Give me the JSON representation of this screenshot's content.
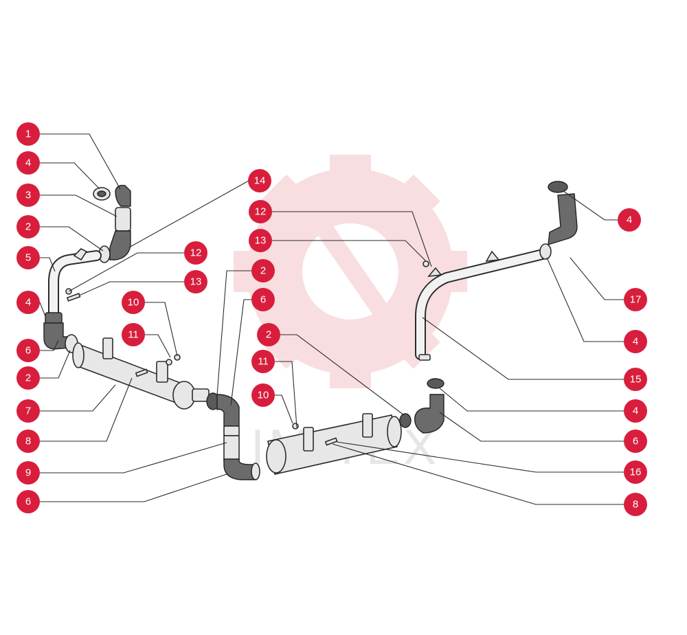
{
  "watermark": {
    "text": "IMITEX",
    "color": "#f7c9cd"
  },
  "accent_color": "#d81e3c",
  "callouts": [
    {
      "label": "1"
    },
    {
      "label": "4"
    },
    {
      "label": "3"
    },
    {
      "label": "2"
    },
    {
      "label": "5"
    },
    {
      "label": "4"
    },
    {
      "label": "6"
    },
    {
      "label": "2"
    },
    {
      "label": "7"
    },
    {
      "label": "8"
    },
    {
      "label": "9"
    },
    {
      "label": "6"
    },
    {
      "label": "14"
    },
    {
      "label": "12"
    },
    {
      "label": "13"
    },
    {
      "label": "10"
    },
    {
      "label": "11"
    },
    {
      "label": "2"
    },
    {
      "label": "6"
    },
    {
      "label": "12"
    },
    {
      "label": "13"
    },
    {
      "label": "2"
    },
    {
      "label": "11"
    },
    {
      "label": "10"
    },
    {
      "label": "4"
    },
    {
      "label": "17"
    },
    {
      "label": "4"
    },
    {
      "label": "15"
    },
    {
      "label": "4"
    },
    {
      "label": "6"
    },
    {
      "label": "16"
    },
    {
      "label": "8"
    }
  ]
}
